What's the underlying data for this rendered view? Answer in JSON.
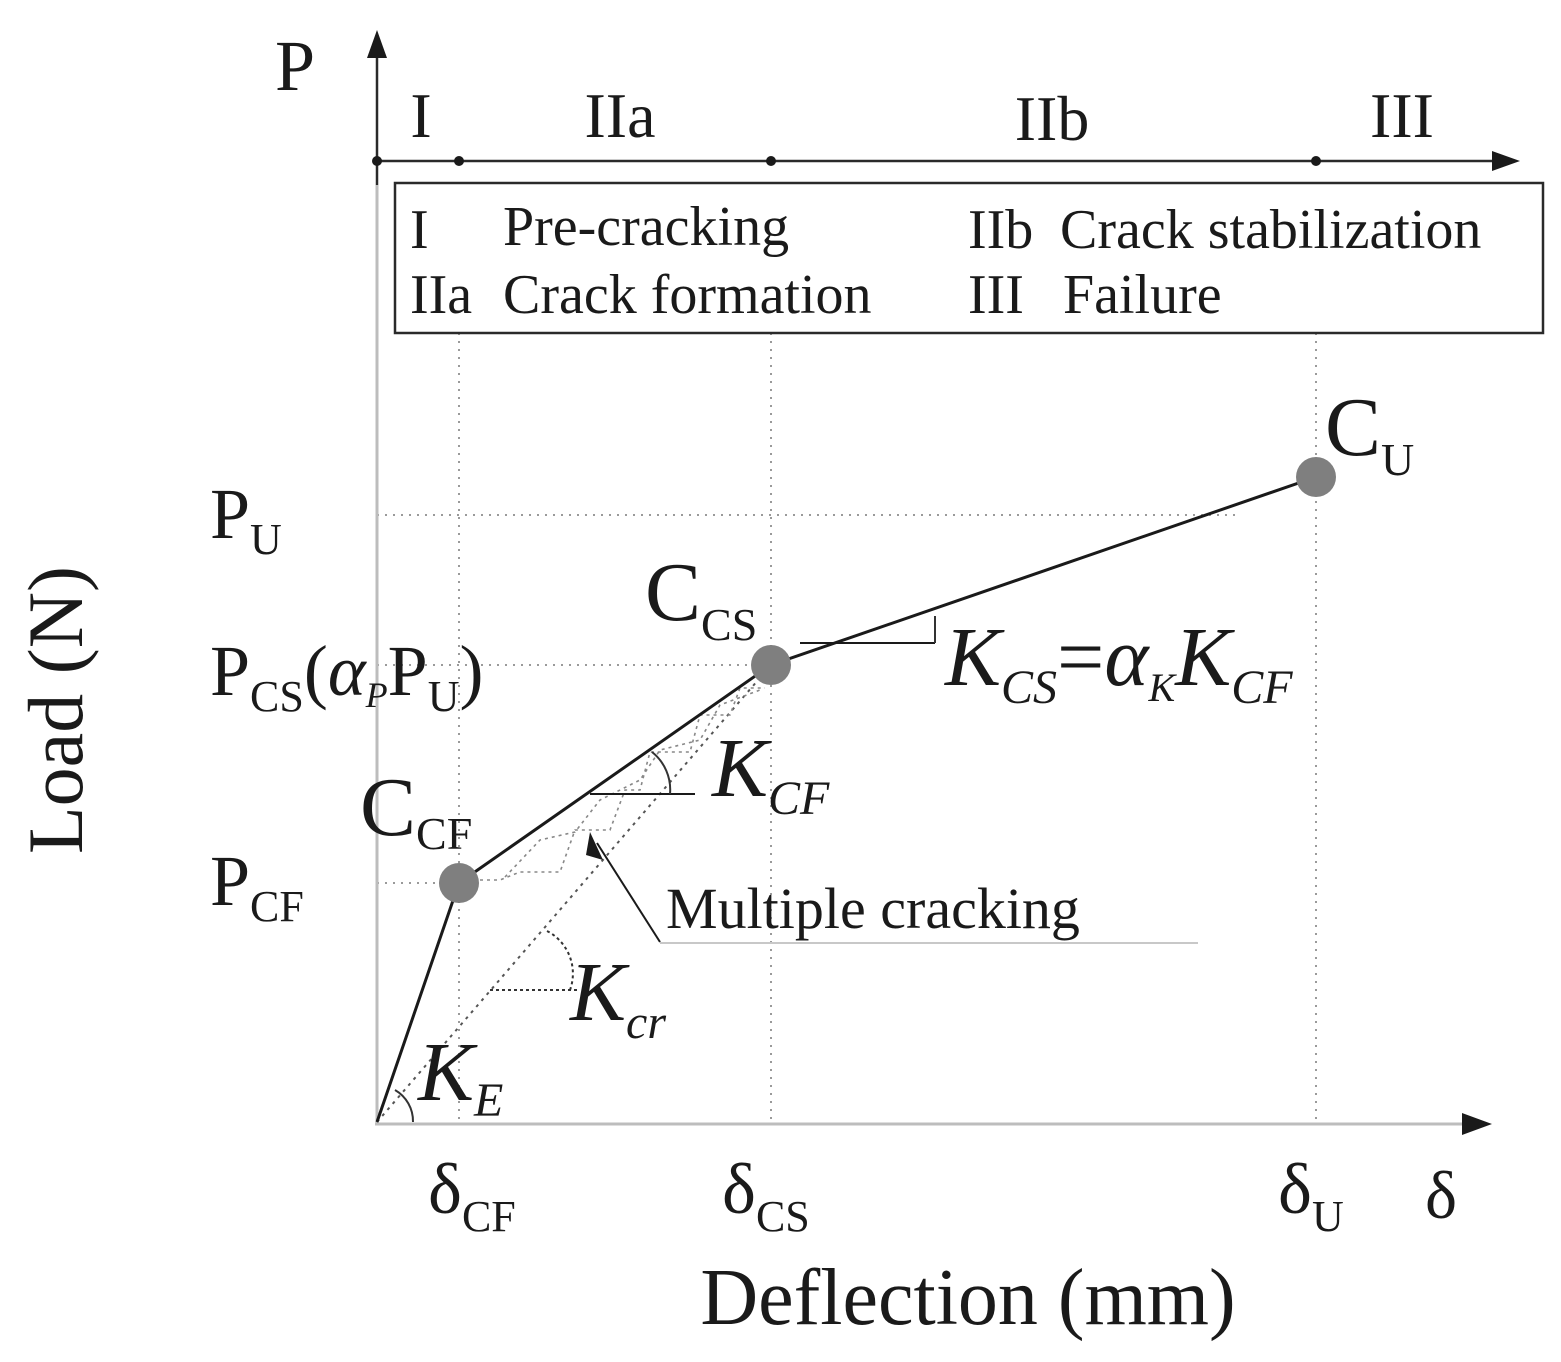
{
  "axes": {
    "y_symbol": "P",
    "x_symbol": "δ",
    "y_title": "Load (N)",
    "x_title": "Deflection (mm)"
  },
  "stages": {
    "top": [
      "I",
      "IIa",
      "IIb",
      "III"
    ],
    "legend": [
      {
        "code": "I",
        "text": "Pre-cracking"
      },
      {
        "code": "IIa",
        "text": "Crack formation"
      },
      {
        "code": "IIb",
        "text": "Crack stabilization"
      },
      {
        "code": "III",
        "text": "Failure"
      }
    ]
  },
  "points": {
    "cf": {
      "base": "C",
      "sub": "CF"
    },
    "cs": {
      "base": "C",
      "sub": "CS"
    },
    "u": {
      "base": "C",
      "sub": "U"
    }
  },
  "load_labels": {
    "pu": {
      "base": "P",
      "sub": "U"
    },
    "pcs": {
      "base": "P",
      "sub": "CS",
      "open": "(",
      "alpha": "α",
      "alpha_sub": "P",
      "p": "P",
      "p_sub": "U",
      "close": ")"
    },
    "pcf": {
      "base": "P",
      "sub": "CF"
    }
  },
  "deflection_labels": {
    "cf": {
      "base": "δ",
      "sub": "CF"
    },
    "cs": {
      "base": "δ",
      "sub": "CS"
    },
    "u": {
      "base": "δ",
      "sub": "U"
    }
  },
  "stiffness": {
    "ke": {
      "base": "K",
      "sub": "E"
    },
    "kcr": {
      "base": "K",
      "sub": "cr"
    },
    "kcf": {
      "base": "K",
      "sub": "CF"
    },
    "kcs": {
      "base": "K",
      "sub": "CS",
      "eq": "=",
      "alpha": "α",
      "alpha_sub": "K",
      "k": "K",
      "k_sub": "CF"
    }
  },
  "annotation": {
    "multiple_cracking": "Multiple cracking"
  },
  "colors": {
    "point_fill": "#7f7f7f",
    "line": "#1a1a1a",
    "guide": "#9a9a9a"
  }
}
